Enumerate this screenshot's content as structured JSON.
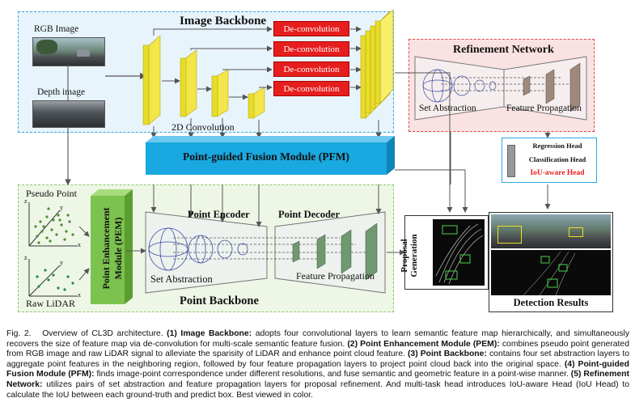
{
  "image_backbone": {
    "title": "Image Backbone",
    "rgb_label": "RGB Image",
    "depth_label": "Depth image",
    "conv_label": "2D Convolution",
    "deconv_labels": [
      "De-convolution",
      "De-convolution",
      "De-convolution",
      "De-convolution"
    ]
  },
  "pfm": {
    "label": "Point-guided Fusion Module (PFM)"
  },
  "point_backbone": {
    "title": "Point Backbone",
    "pseudo_label": "Pseudo Point",
    "lidar_label": "Raw LiDAR",
    "pem_label": "Point Enhancement Module (PEM)",
    "encoder_label": "Point Encoder",
    "decoder_label": "Point Decoder",
    "set_abstraction": "Set Abstraction",
    "feature_propagation": "Feature Propagation",
    "axis_x": "x",
    "axis_y": "y",
    "axis_z": "z"
  },
  "refinement": {
    "title": "Refinement Network",
    "set_abstraction": "Set Abstraction",
    "feature_propagation": "Feature Propagation"
  },
  "heads": {
    "regression": "Regression Head",
    "classification": "Classification Head",
    "iou": "IoU-aware Head",
    "iou_color": "#e61e1e"
  },
  "proposal_generation": "Proposal Generation",
  "detection_results": "Detection Results",
  "colors": {
    "image_backbone_border": "#2aa8e0",
    "image_backbone_fill": "#e8f4fb",
    "point_backbone_border": "#8cc870",
    "point_backbone_fill": "#eef7e6",
    "refinement_border": "#e04848",
    "refinement_fill": "#fbe2e2",
    "pfm_fill": "#19a8e0",
    "pem_fill": "#7cc24e",
    "layer_yellow": "#e8dc2a"
  },
  "caption": {
    "fig": "Fig. 2.",
    "intro": "Overview of CL3D architecture.",
    "p1_head": "(1) Image Backbone:",
    "p1_text": "adopts four convolutional layers to learn semantic feature map hierarchically, and simultaneously recovers the size of feature map via de-convolution for multi-scale semantic feature fusion.",
    "p2_head": "(2) Point Enhancement Module (PEM):",
    "p2_text": "combines pseudo point generated from RGB image and raw LiDAR signal to alleviate the sparisity of LiDAR and enhance point cloud feature.",
    "p3_head": "(3) Point Backbone:",
    "p3_text": "contains four set abstraction layers to aggregate point features in the neighboring region, followed by four feature propagation layers to project point cloud back into the original space.",
    "p4_head": "(4) Point-guided Fusion Module (PFM):",
    "p4_text": "finds image-point correspondence under different resolutions, and fuse semantic and geometric feature in a point-wise manner.",
    "p5_head": "(5) Refinement Network:",
    "p5_text": "utilizes pairs of set abstraction and feature propagation layers for proposal refinement. And multi-task head introduces IoU-aware Head (IoU Head) to calculate the IoU between each ground-truth and predict box. Best viewed in color."
  }
}
